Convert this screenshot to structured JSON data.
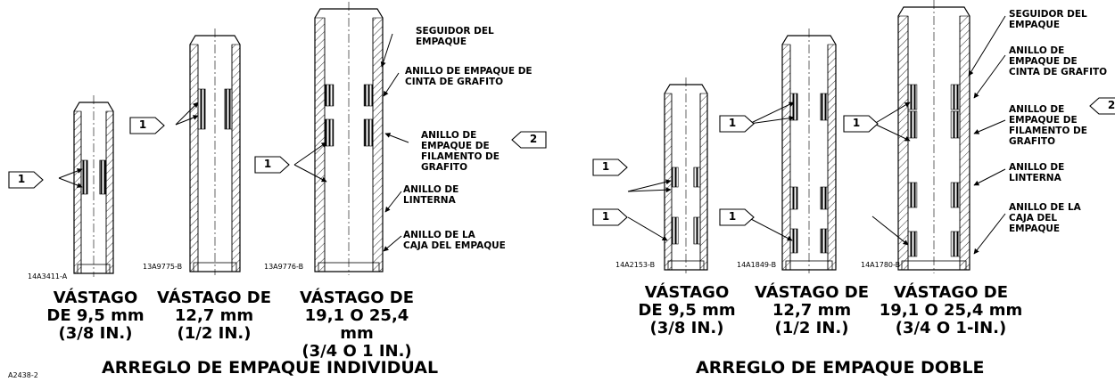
{
  "figure_id": "A2438-2",
  "single": {
    "title": "ARREGLO DE EMPAQUE INDIVIDUAL",
    "part_codes": [
      "14A3411-A",
      "13A9775-B",
      "13A9776-B"
    ],
    "captions": [
      "VÁSTAGO\nDE 9,5 mm\n(3/8 IN.)",
      "VÁSTAGO DE\n12,7 mm\n(1/2 IN.)",
      "VÁSTAGO DE\n19,1 O 25,4 mm\n(3/4 O 1 IN.)"
    ],
    "labels": [
      "SEGUIDOR DEL\nEMPAQUE",
      "ANILLO DE EMPAQUE DE\nCINTA DE GRAFITO",
      "ANILLO DE\nEMPAQUE DE\nFILAMENTO DE\nGRAFITO",
      "ANILLO DE\nLINTERNA",
      "ANILLO DE LA\nCAJA DEL EMPAQUE"
    ],
    "callouts": [
      "1",
      "1",
      "1",
      "2"
    ]
  },
  "double": {
    "title": "ARREGLO DE EMPAQUE DOBLE",
    "part_codes": [
      "14A2153-B",
      "14A1849-B",
      "14A1780-B"
    ],
    "captions": [
      "VÁSTAGO\nDE 9,5 mm\n(3/8 IN.)",
      "VÁSTAGO DE\n12,7 mm\n(1/2 IN.)",
      "VÁSTAGO DE\n19,1 O 25,4 mm\n(3/4 O 1-IN.)"
    ],
    "labels": [
      "SEGUIDOR DEL\nEMPAQUE",
      "ANILLO DE\nEMPAQUE DE\nCINTA DE GRAFITO",
      "ANILLO DE\nEMPAQUE DE\nFILAMENTO DE\nGRAFITO",
      "ANILLO DE\nLINTERNA",
      "ANILLO DE LA\nCAJA DEL\nEMPAQUE"
    ],
    "callouts": [
      "1",
      "1",
      "1",
      "1",
      "1",
      "2"
    ]
  }
}
